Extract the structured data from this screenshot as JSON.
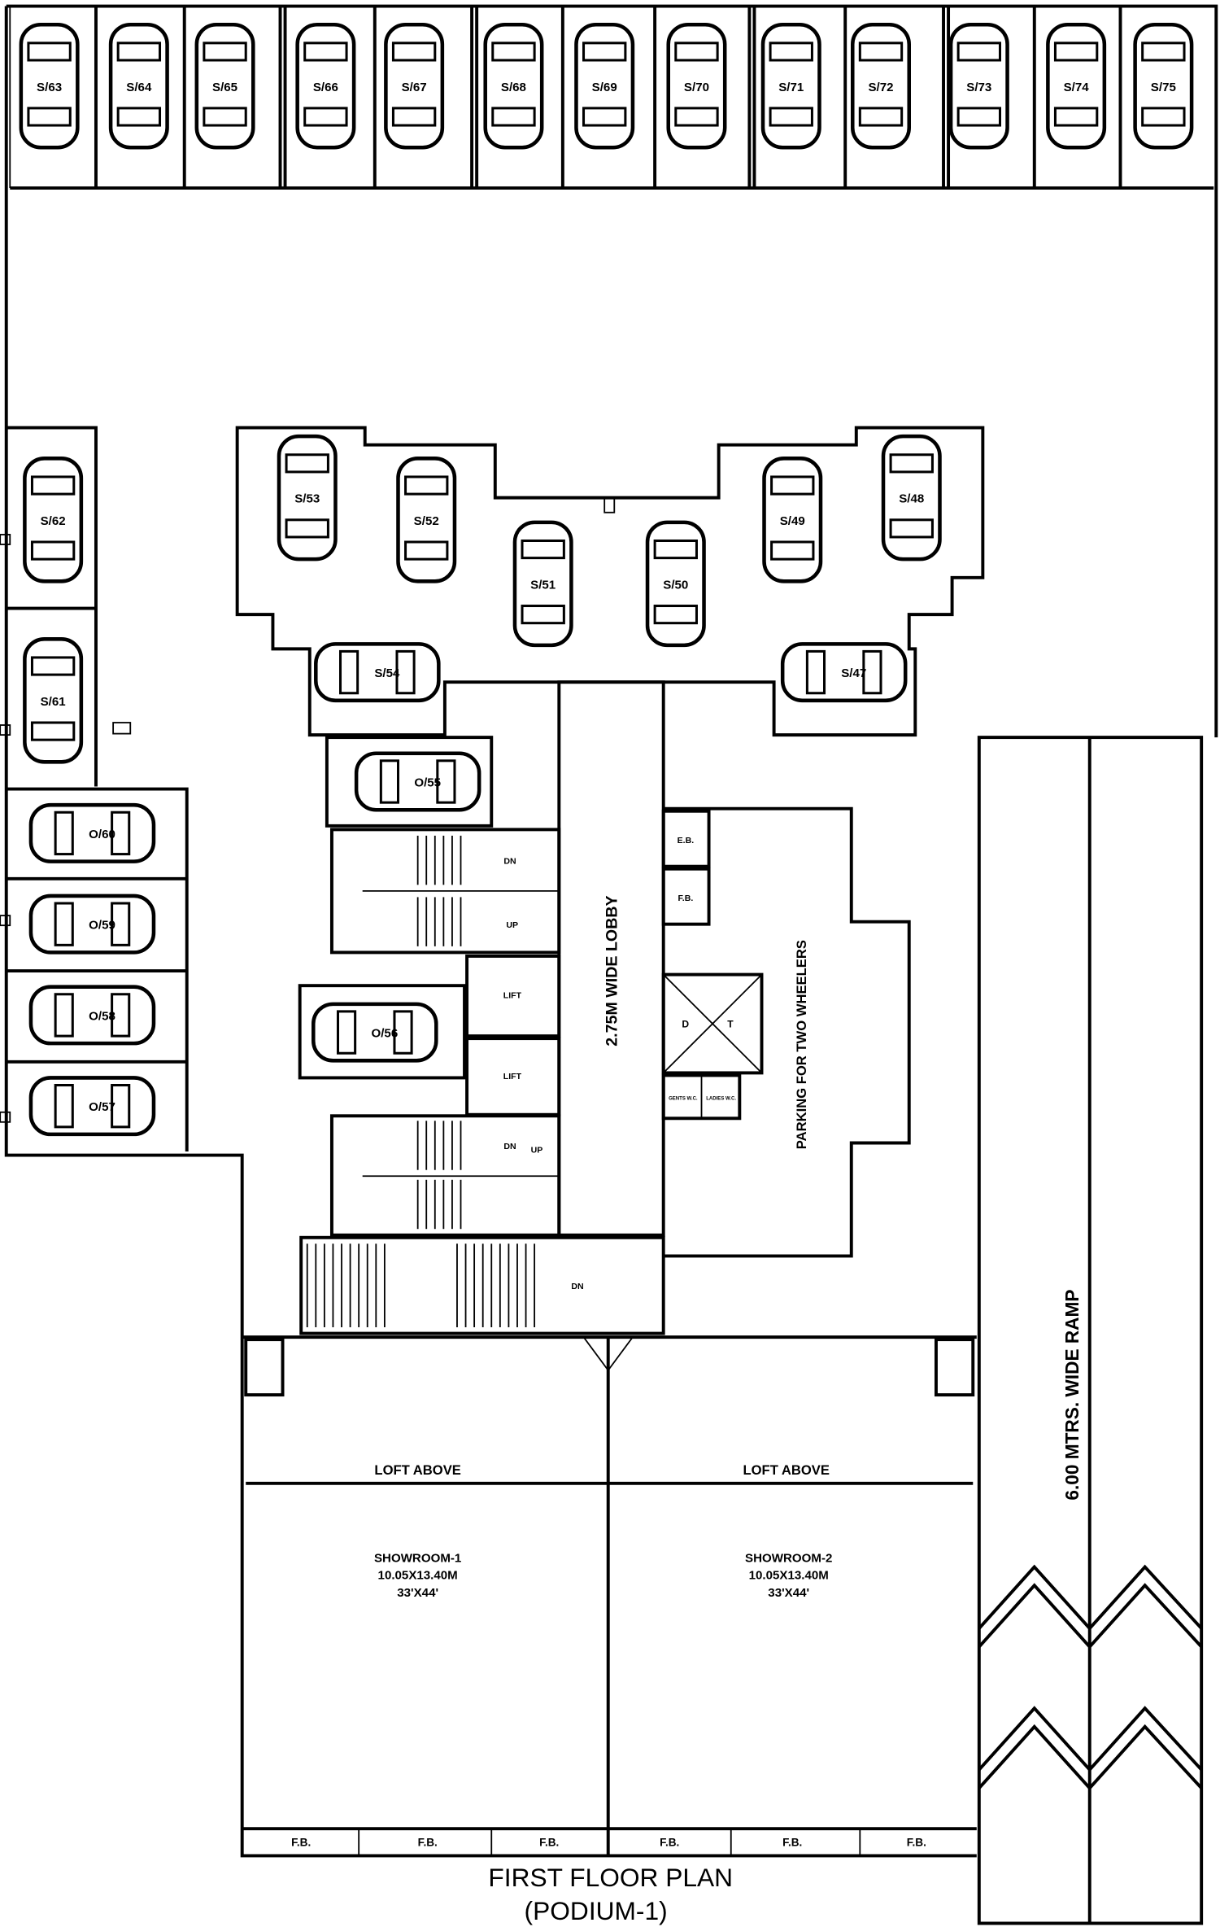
{
  "title": {
    "line1": "FIRST FLOOR PLAN",
    "line2": "(PODIUM-1)"
  },
  "parking": {
    "top_row": [
      "S/63",
      "S/64",
      "S/65",
      "S/66",
      "S/67",
      "S/68",
      "S/69",
      "S/70",
      "S/71",
      "S/72",
      "S/73",
      "S/74",
      "S/75"
    ],
    "left_column": [
      "S/62",
      "S/61",
      "O/60",
      "O/59",
      "O/58",
      "O/57"
    ],
    "central": [
      "S/53",
      "S/52",
      "S/51",
      "S/50",
      "S/49",
      "S/48",
      "S/54",
      "S/47",
      "O/55",
      "O/56"
    ]
  },
  "labels": {
    "lobby": "2.75M WIDE LOBBY",
    "two_wheeler": "PARKING FOR TWO WHEELERS",
    "ramp": "6.00 MTRS. WIDE RAMP",
    "stair_dn": "DN",
    "stair_up": "UP",
    "lift": "LIFT",
    "eb": "E.B.",
    "fb": "F.B.",
    "duct_d": "D",
    "duct_t": "T",
    "gents": "GENTS W.C.",
    "ladies": "LADIES W.C."
  },
  "showrooms": [
    {
      "name": "SHOWROOM-1",
      "size_m": "10.05X13.40M",
      "size_ft": "33'X44'",
      "loft": "LOFT ABOVE"
    },
    {
      "name": "SHOWROOM-2",
      "size_m": "10.05X13.40M",
      "size_ft": "33'X44'",
      "loft": "LOFT ABOVE"
    }
  ],
  "fb_strip": [
    "F.B.",
    "F.B.",
    "F.B.",
    "F.B.",
    "F.B.",
    "F.B."
  ]
}
